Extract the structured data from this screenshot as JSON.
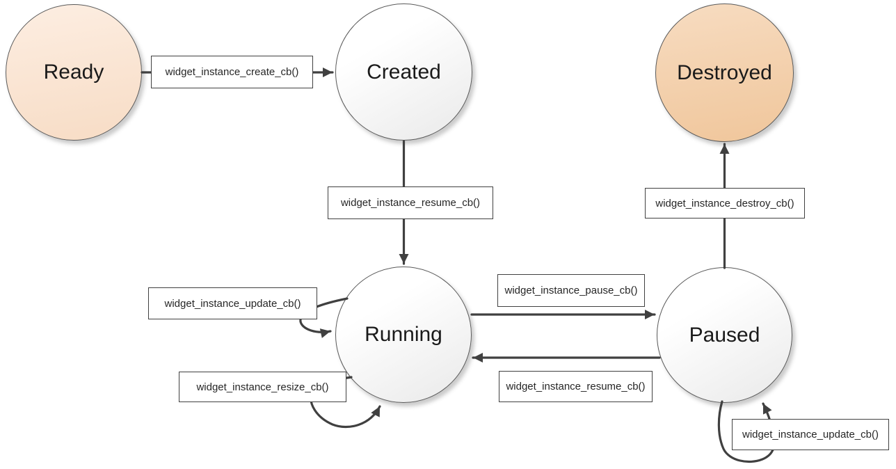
{
  "colors": {
    "page_background": "#ffffff",
    "arrow": "#404040",
    "box_border": "#404040",
    "box_background": "#ffffff",
    "box_text": "#262626",
    "state_text": "#1a1a1a",
    "state_border": "#595959",
    "ready_fill_top": "#fdeee2",
    "ready_fill_bottom": "#f7dcc5",
    "destroyed_fill_top": "#f7dcc1",
    "destroyed_fill_bottom": "#f0c69b",
    "neutral_fill_top": "#ffffff",
    "neutral_fill_bottom": "#e9e9e9"
  },
  "states": [
    {
      "id": "ready",
      "label": "Ready"
    },
    {
      "id": "created",
      "label": "Created"
    },
    {
      "id": "destroyed",
      "label": "Destroyed"
    },
    {
      "id": "running",
      "label": "Running"
    },
    {
      "id": "paused",
      "label": "Paused"
    }
  ],
  "transitions": [
    {
      "from": "Ready",
      "to": "Created",
      "label": "widget_instance_create_cb()"
    },
    {
      "from": "Created",
      "to": "Running",
      "label": "widget_instance_resume_cb()"
    },
    {
      "from": "Paused",
      "to": "Destroyed",
      "label": "widget_instance_destroy_cb()"
    },
    {
      "from": "Running",
      "to": "Running",
      "label": "widget_instance_update_cb()"
    },
    {
      "from": "Running",
      "to": "Running",
      "label": "widget_instance_resize_cb()"
    },
    {
      "from": "Running",
      "to": "Paused",
      "label": "widget_instance_pause_cb()"
    },
    {
      "from": "Paused",
      "to": "Running",
      "label": "widget_instance_resume_cb()"
    },
    {
      "from": "Paused",
      "to": "Paused",
      "label": "widget_instance_update_cb()"
    }
  ]
}
